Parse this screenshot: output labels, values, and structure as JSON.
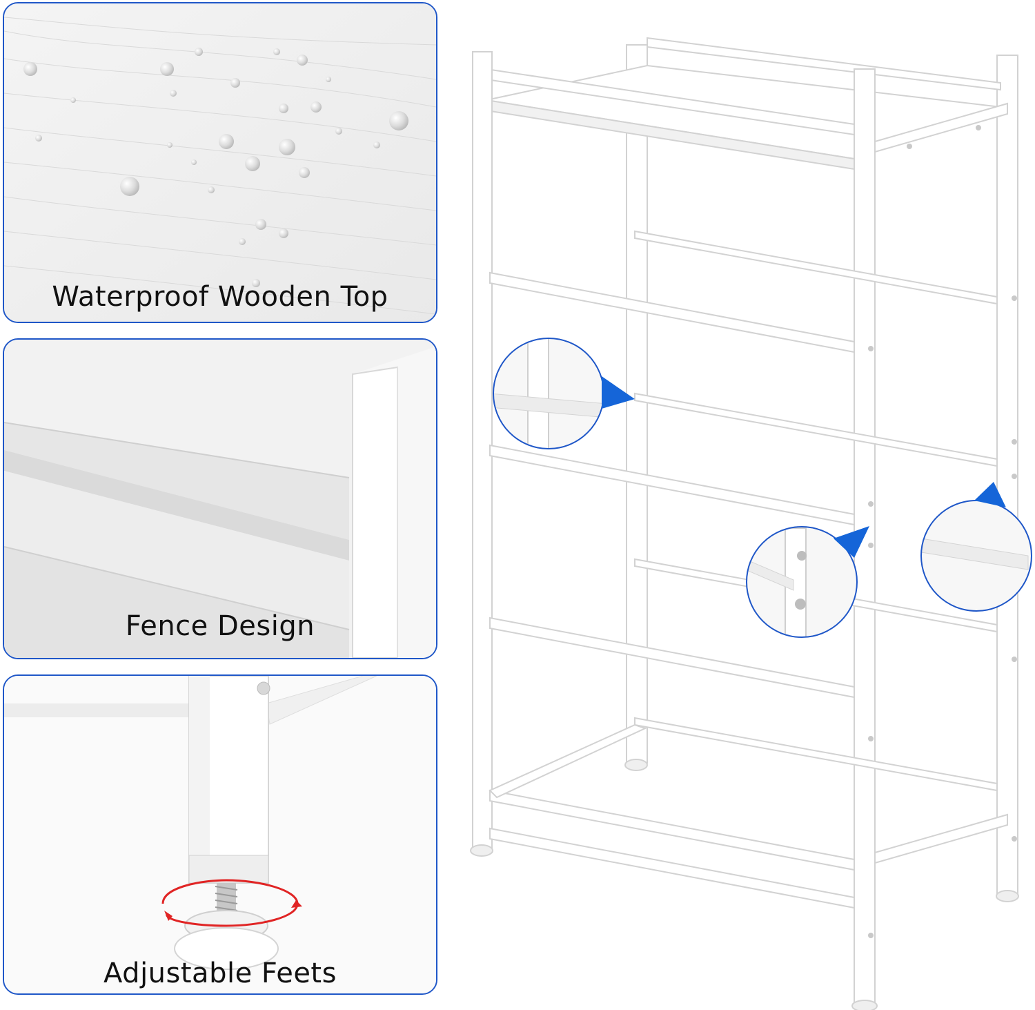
{
  "panels": [
    {
      "caption": "Waterproof Wooden Top"
    },
    {
      "caption": "Fence Design"
    },
    {
      "caption": "Adjustable Feets"
    }
  ],
  "colors": {
    "border": "#1f57c8",
    "callout_arrow": "#1565d8",
    "rotate_arrow": "#e02424",
    "rack": "#ffffff"
  }
}
